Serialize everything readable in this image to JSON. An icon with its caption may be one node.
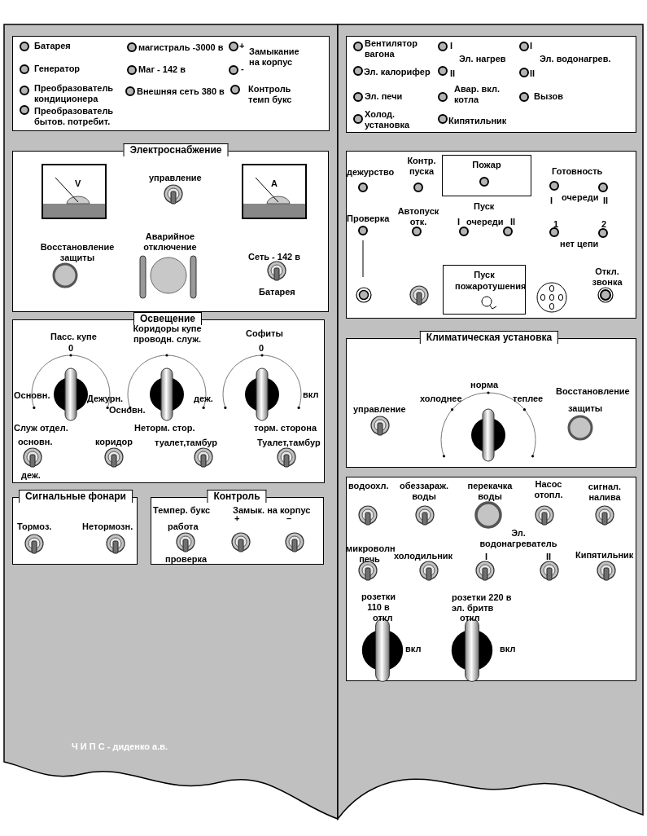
{
  "diagram": {
    "nodes": [
      {
        "text": [
          "Электроснабжение"
        ]
      },
      {
        "text": [
          "Освещение"
        ]
      },
      {
        "text": [
          "Сигнальные фонари"
        ]
      },
      {
        "text": [
          "Контроль"
        ]
      },
      {
        "text": [
          "Пожар"
        ]
      },
      {
        "text": [
          "Пуск пожаротушения"
        ]
      },
      {
        "text": [
          "Климатическая установка"
        ]
      }
    ],
    "labels": [
      "Батарея",
      "магистраль -3000 в",
      "+",
      "Замыкание на корпус",
      "Генератор",
      "Маг - 142 в",
      "-",
      "Преобразователь кондиционера",
      "Внешняя сеть 380 в",
      "Контроль темп букс",
      "Преобразователь бытов. потребит.",
      "V",
      "управление",
      "A",
      "Восстановление защиты",
      "Аварийное отключение",
      "Сеть - 142 в",
      "Батарея",
      "Пасс. купе",
      "0",
      "Коридоры купе проводн. служ.",
      "Софиты",
      "0",
      "Основн.",
      "Дежурн.",
      "Основн.",
      "деж.",
      "вкл",
      "Служ отдел.",
      "Неторм. стор.",
      "торм. сторона",
      "основн.",
      "коридор",
      "туалет,тамбур",
      "Туалет,тамбур",
      "деж.",
      "Тормоз.",
      "Нетормозн.",
      "Темпер. букс",
      "Замык. на корпус",
      "работа",
      "+",
      "–",
      "проверка",
      "Ч И П С - диденко а.в.",
      "Вентилятор вагона",
      "I",
      "I",
      "Эл. нагрев",
      "Эл. водонагрев.",
      "Эл. калорифер",
      "II",
      "II",
      "Эл. печи",
      "Авар. вкл. котла",
      "Вызов",
      "Холод. установка",
      "Кипятильник",
      "дежурство",
      "Контр. пуска",
      "Готовность",
      "Пуск",
      "I",
      "очереди",
      "II",
      "Проверка",
      "Автопуск отк.",
      "I",
      "очереди",
      "II",
      "1",
      "2",
      "нет цепи",
      "Откл. звонка",
      "норма",
      "холоднее",
      "теплее",
      "Восстановление",
      "управление",
      "защиты",
      "водоохл.",
      "обеззараж. воды",
      "перекачка воды",
      "Насос отопл.",
      "сигнал. налива",
      "Эл. водонагреватель",
      "микроволн печь",
      "холодильник",
      "I",
      "II",
      "Кипятильник",
      "розетки 110 в",
      "розетки 220 в эл. бритв",
      "откл",
      "вкл",
      "откл",
      "вкл"
    ]
  }
}
